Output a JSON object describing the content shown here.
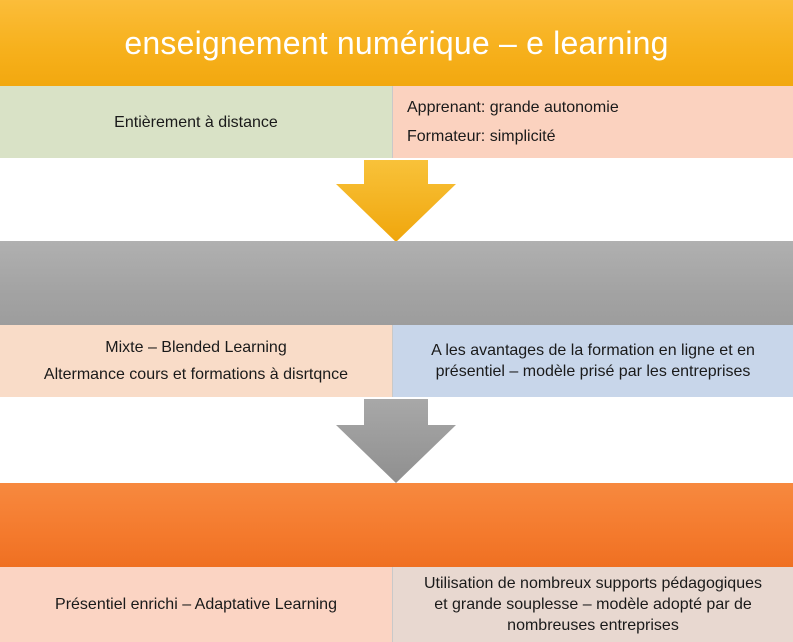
{
  "title": "enseignement numérique – e learning",
  "sections": [
    {
      "left": [
        "Entièrement à distance"
      ],
      "right": [
        "Apprenant: grande autonomie",
        "Formateur: simplicité"
      ]
    },
    {
      "left": [
        "Mixte – Blended Learning",
        "Altermance cours et formations à disrtqnce"
      ],
      "right": [
        "A les avantages de la formation en ligne et en présentiel – modèle prisé par les entreprises"
      ]
    },
    {
      "left": [
        "Présentiel enrichi – Adaptative Learning"
      ],
      "right": [
        "Utilisation de nombreux supports pédagogiques et grande souplesse – modèle adopté par de nombreuses entreprises"
      ]
    }
  ],
  "colors": {
    "title_band": "#f7b11d",
    "gray_band": "#a3a3a3",
    "orange_band": "#f47a2d",
    "arrow_1": "#f6b51c",
    "arrow_2": "#9b9b9b"
  }
}
